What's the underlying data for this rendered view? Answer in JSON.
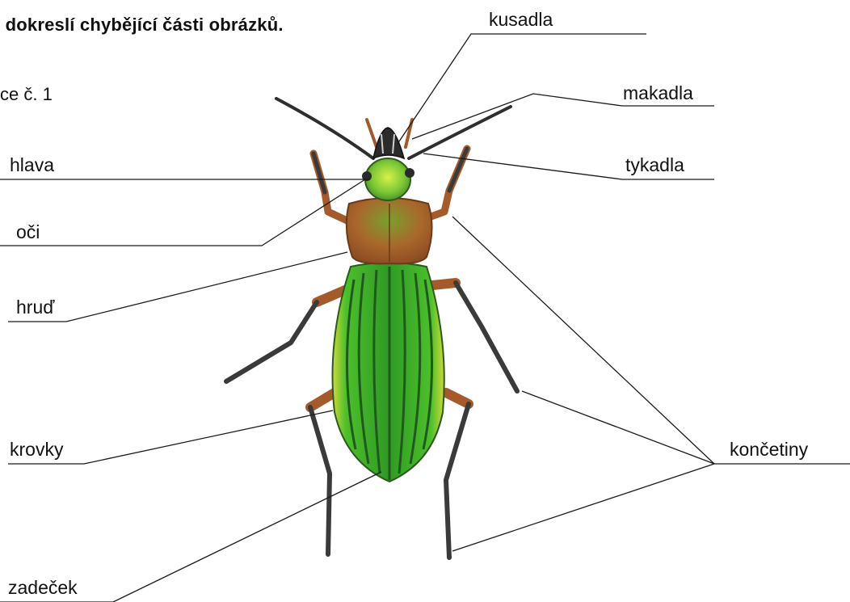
{
  "worksheet": {
    "title": "i dokreslí chybějící části obrázků.",
    "subtitle": "ce č. 1"
  },
  "labels": {
    "kusadla": "kusadla",
    "makadla": "makadla",
    "tykadla": "tykadla",
    "hlava": "hlava",
    "oci": "oči",
    "hrud": "hruď",
    "krovky": "krovky",
    "koncetiny": "končetiny",
    "zadecek": "zadeček"
  },
  "colors": {
    "leader_line": "#1a1a1a",
    "elytra_green": "#3fb52a",
    "elytra_edge": "#c9d43a",
    "elytra_stripe": "#1f5a1c",
    "pronotum_copper": "#b5652e",
    "pronotum_green": "#6f9a2c",
    "head_green": "#8fd13a",
    "leg_brown": "#a55a2c",
    "leg_dark": "#3a3a3a",
    "antenna_dark": "#2e2e2e"
  }
}
